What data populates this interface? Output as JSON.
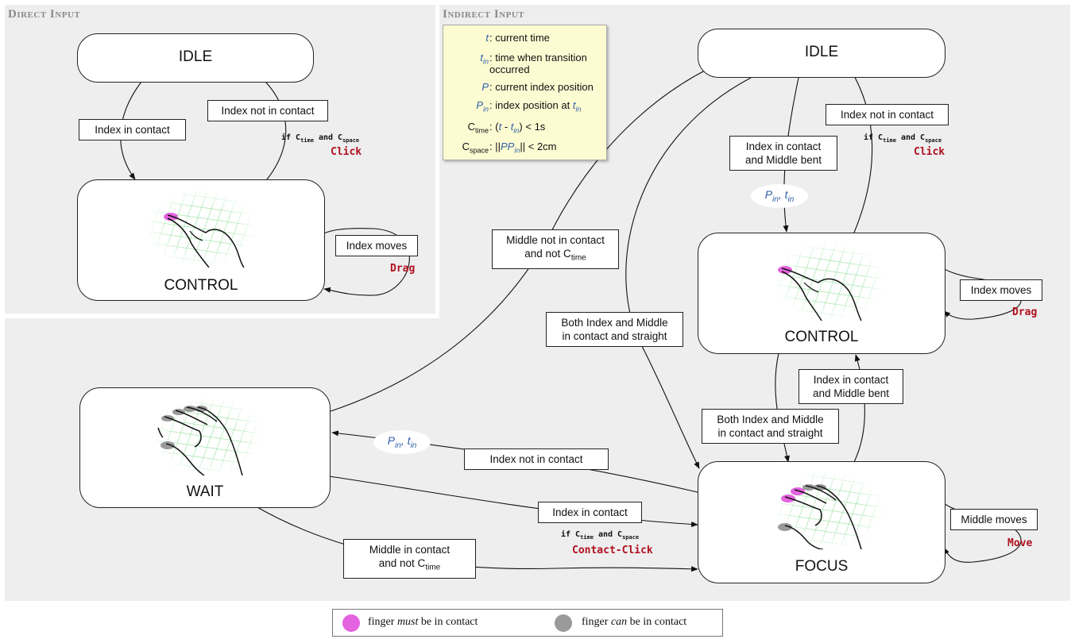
{
  "panels": {
    "direct_title": "Direct Input",
    "indirect_title": "Indirect Input"
  },
  "direct": {
    "idle": "IDLE",
    "control": "CONTROL",
    "to_control": "Index in contact",
    "to_idle": "Index not in contact",
    "to_idle_cond_prefix": "if C",
    "cond_time_sub": "time",
    "cond_and": " and C",
    "cond_space_sub": "space",
    "to_idle_action": "Click",
    "self_label": "Index moves",
    "self_action": "Drag"
  },
  "indirect": {
    "idle": "IDLE",
    "control": "CONTROL",
    "focus": "FOCUS",
    "wait": "WAIT",
    "idle_to_control_1": "Index in contact",
    "idle_to_control_2": "and Middle bent",
    "var_p": "P",
    "var_t": "t",
    "var_sub": "in",
    "var_sep": ", ",
    "control_to_idle": "Index not in contact",
    "control_to_idle_action": "Click",
    "control_self": "Index moves",
    "control_self_action": "Drag",
    "wait_to_idle_1": "Middle not in contact",
    "wait_to_idle_2": "and not C",
    "wait_to_idle_sub": "time",
    "idle_to_focus_1": "Both Index and Middle",
    "idle_to_focus_2": "in contact and straight",
    "focus_to_control_1": "Index in contact",
    "focus_to_control_2": "and Middle bent",
    "control_to_focus_1": "Both Index and Middle",
    "control_to_focus_2": "in contact and straight",
    "focus_to_wait": "Index not in contact",
    "wait_to_focus_index": "Index in contact",
    "wait_to_focus_index_action": "Contact-Click",
    "wait_to_focus_middle_1": "Middle in contact",
    "wait_to_focus_middle_2": "and not C",
    "wait_to_focus_middle_sub": "time",
    "focus_self": "Middle moves",
    "focus_self_action": "Move"
  },
  "definitions": {
    "t_sym": "t",
    "t_desc": "current time",
    "tin_sym": "t",
    "tin_desc": "time when transition occurred",
    "p_sym": "P",
    "p_desc": "current index position",
    "pin_sym": "P",
    "pin_desc": "index position at ",
    "sub_in": "in",
    "ctime_sym": "C",
    "ctime_sub": "time",
    "ctime_expr_open": "(",
    "ctime_expr_t": "t",
    "ctime_expr_minus": " - ",
    "ctime_expr_close": ") < 1s",
    "cspace_sym": "C",
    "cspace_sub": "space",
    "cspace_expr_open": "||",
    "cspace_expr_pp": "PP",
    "cspace_expr_close": "|| < 2cm",
    "colon": ":"
  },
  "legend": {
    "must_prefix": "finger ",
    "must_em": "must",
    "must_suffix": " be in contact",
    "can_prefix": "finger ",
    "can_em": "can",
    "can_suffix": " be in contact"
  },
  "colors": {
    "panel_bg": "#eeeeee",
    "must_contact": "#e463e0",
    "can_contact": "#9a9a9a",
    "action_red": "#b0101f",
    "variable_blue": "#2f5fa8",
    "grid_green": "#9fe3a7",
    "note_yellow": "#fdfbd2"
  }
}
